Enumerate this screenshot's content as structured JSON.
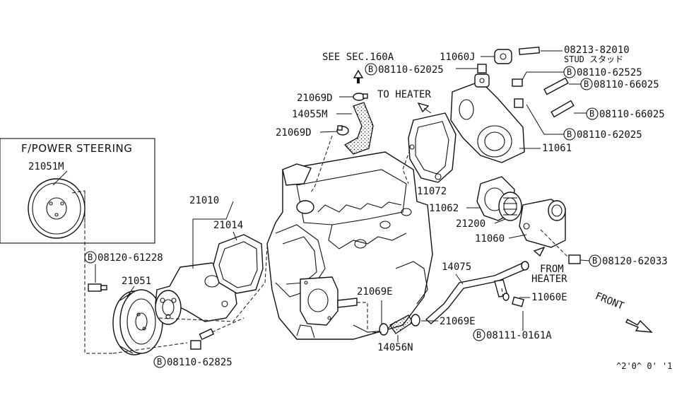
{
  "section": {
    "see_ref": "SEE SEC.160A",
    "to_heater": "TO HEATER",
    "from_heater_line1": "FROM",
    "from_heater_line2": "HEATER",
    "front": "FRONT",
    "image_code": "^2'0^ 0' '1"
  },
  "inset": {
    "title": "F/POWER STEERING",
    "part": "21051M"
  },
  "parts": {
    "p21010": "21010",
    "p21014": "21014",
    "p21051": "21051",
    "p21069D_top": "21069D",
    "p14055M": "14055M",
    "p21069D_mid": "21069D",
    "p11060J": "11060J",
    "p11072": "11072",
    "p11061": "11061",
    "p11062": "11062",
    "p21200": "21200",
    "p11060": "11060",
    "p14075": "14075",
    "p11060E": "11060E",
    "p21069E_left": "21069E",
    "p21069E_right": "21069E",
    "p14056N": "14056N"
  },
  "bolts": {
    "b08213": "08213-82010",
    "stud": "STUD スタッド",
    "b08110_62025_top": "08110-62025",
    "b08110_62525": "08110-62525",
    "b08110_66025_a": "08110-66025",
    "b08110_66025_b": "08110-66025",
    "b08110_62025_mid": "08110-62025",
    "b08120_62033": "08120-62033",
    "b08120_61228": "08120-61228",
    "b08110_62825": "08110-62825",
    "b08111_0161A": "08111-0161A",
    "b_symbol": "B"
  }
}
